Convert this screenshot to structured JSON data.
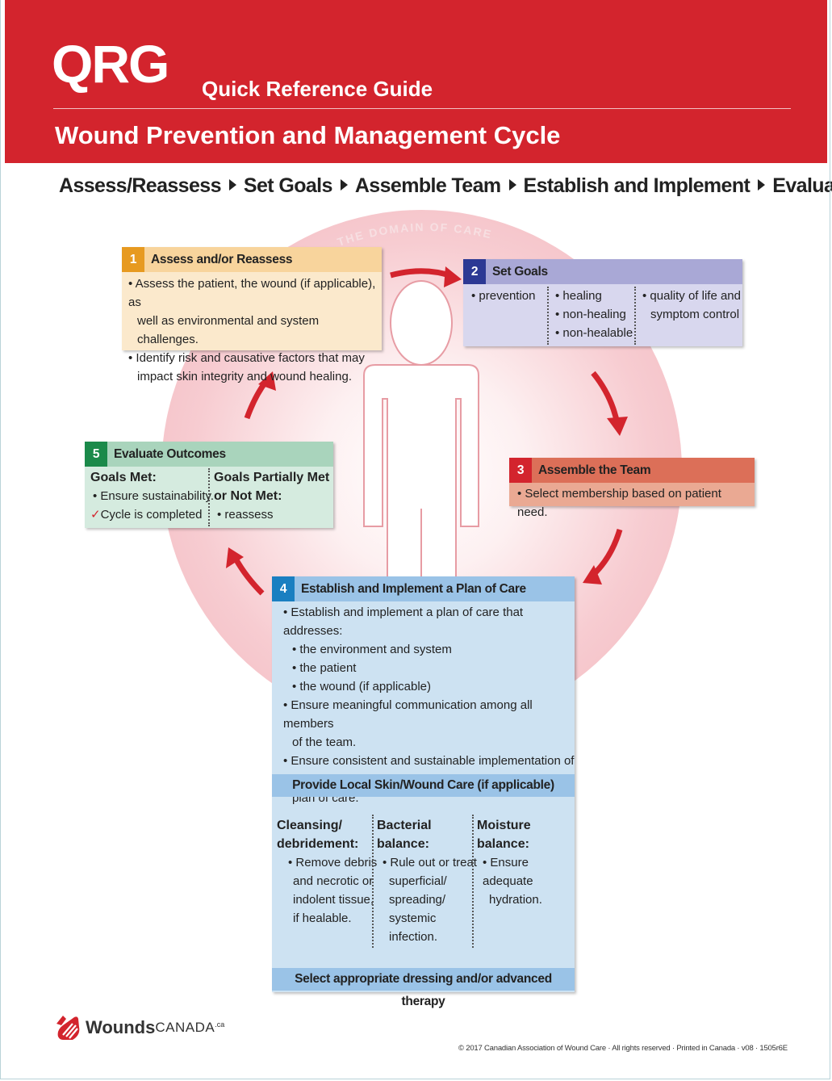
{
  "header": {
    "qrg": "QRG",
    "qrg_sub": "Quick Reference Guide",
    "title": "Wound Prevention and Management Cycle"
  },
  "steps": [
    "Assess/Reassess",
    "Set Goals",
    "Assemble Team",
    "Establish and Implement",
    "Evaluate"
  ],
  "domain_label": "THE DOMAIN OF CARE",
  "box1": {
    "num": "1",
    "title": "Assess and/or Reassess",
    "lines": [
      "• Assess the patient, the wound (if applicable), as",
      "well as environmental and system challenges.",
      "• Identify risk and causative factors that may",
      "impact skin integrity and wound healing."
    ]
  },
  "box2": {
    "num": "2",
    "title": "Set Goals",
    "col1": [
      "• prevention"
    ],
    "col2": [
      "• healing",
      "• non-healing",
      "• non-healable"
    ],
    "col3": [
      "• quality of life and",
      "symptom control"
    ]
  },
  "box3": {
    "num": "3",
    "title": "Assemble the Team",
    "line": "• Select membership based on patient need."
  },
  "box4": {
    "num": "4",
    "title": "Establish and Implement a Plan of Care",
    "lines": [
      "• Establish and implement a plan of care that addresses:",
      "• the environment and system",
      "• the patient",
      "• the wound (if applicable)",
      "• Ensure meaningful communication among all members",
      "of the team.",
      "• Ensure consistent and sustainable implementation of the",
      "plan of care."
    ],
    "sub_header": "Provide Local Skin/Wound Care (if applicable)",
    "cols": [
      {
        "head": [
          "Cleansing/",
          "debridement:"
        ],
        "lines": [
          "• Remove debris",
          "and necrotic or",
          "indolent tissue,",
          "if healable."
        ]
      },
      {
        "head": [
          "Bacterial",
          "balance:"
        ],
        "lines": [
          "• Rule out or treat",
          "superficial/",
          "spreading/",
          "systemic",
          "infection."
        ]
      },
      {
        "head": [
          "Moisture",
          "balance:"
        ],
        "lines": [
          "• Ensure adequate",
          "hydration."
        ]
      }
    ],
    "footer": "Select appropriate dressing and/or advanced therapy"
  },
  "box5": {
    "num": "5",
    "title": "Evaluate Outcomes",
    "left_head": "Goals Met:",
    "left_lines": [
      "• Ensure sustainability.",
      "✓ Cycle is completed"
    ],
    "right_head": [
      "Goals Partially Met",
      "or Not Met:"
    ],
    "right_lines": [
      "• reassess"
    ]
  },
  "footer": {
    "logo_word": "Wounds",
    "logo_word2": "CANADA",
    "logo_sup": ".ca",
    "copyright": "© 2017 Canadian Association of Wound Care · All rights reserved · Printed in Canada · v08 · 1505r6E"
  },
  "colors": {
    "brand_red": "#d3242d",
    "step1": "#e79a20",
    "step2": "#2c3994",
    "step3": "#d3242d",
    "step4": "#1a7fc1",
    "step5": "#1b8a4a"
  }
}
